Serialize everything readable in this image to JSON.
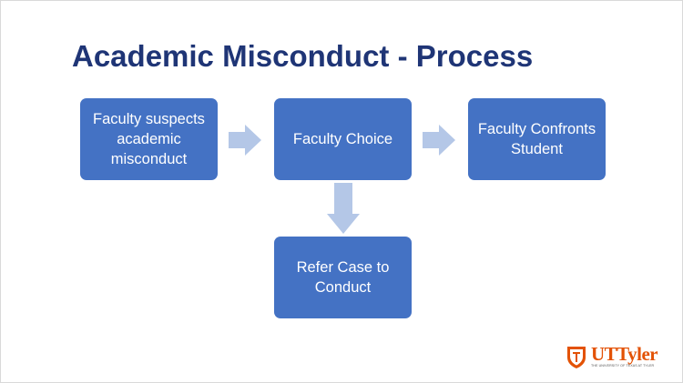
{
  "slide": {
    "title": "Academic Misconduct - Process"
  },
  "diagram": {
    "nodes": [
      {
        "id": "suspect",
        "label": "Faculty suspects academic misconduct"
      },
      {
        "id": "choice",
        "label": "Faculty Choice"
      },
      {
        "id": "confront",
        "label": "Faculty Confronts Student"
      },
      {
        "id": "refer",
        "label": "Refer Case to Conduct"
      }
    ],
    "edges": [
      {
        "from": "suspect",
        "to": "choice"
      },
      {
        "from": "choice",
        "to": "confront"
      },
      {
        "from": "choice",
        "to": "refer"
      }
    ],
    "colors": {
      "node_fill": "#4472c4",
      "node_text": "#ffffff",
      "arrow_fill": "#b4c7e7",
      "title": "#1f3576"
    }
  },
  "logo": {
    "wordmark": "UTTyler",
    "tagline": "THE UNIVERSITY OF TEXAS AT TYLER",
    "icon": "shield-icon",
    "color": "#e35205"
  }
}
